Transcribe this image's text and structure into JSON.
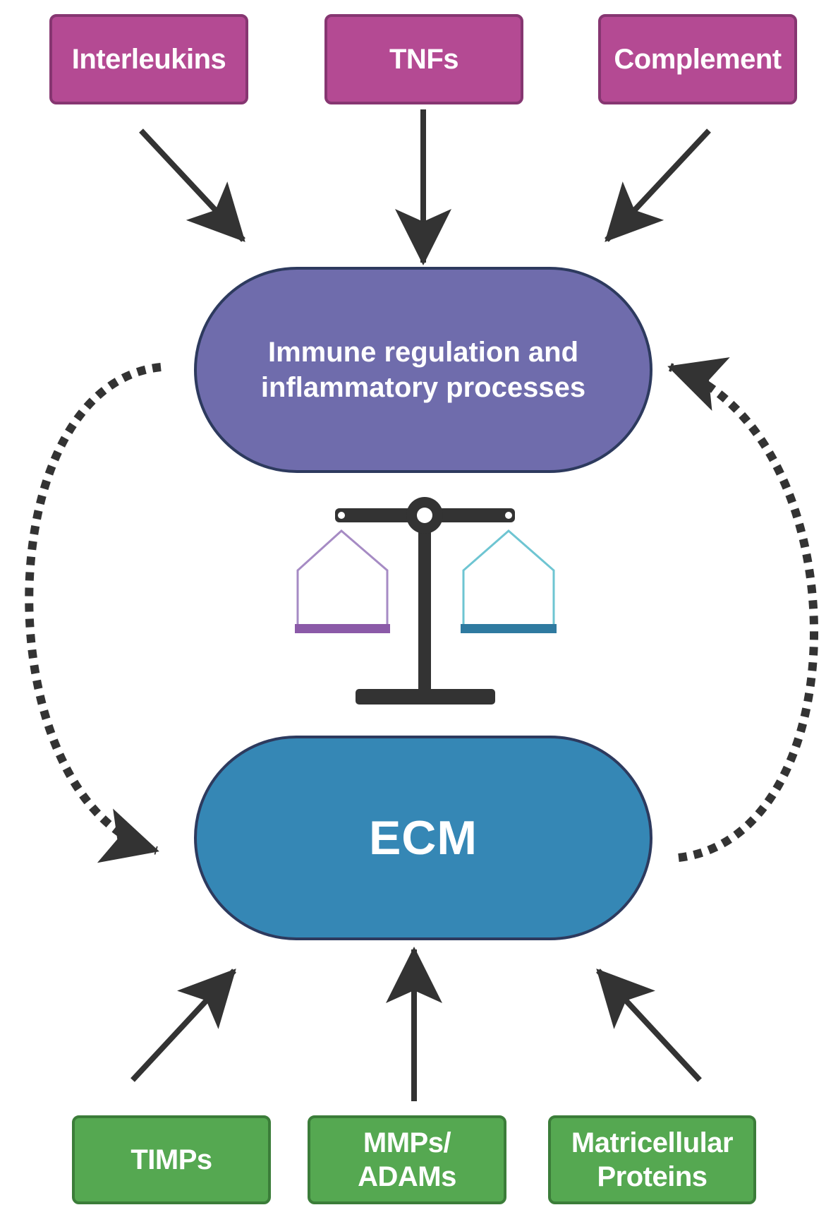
{
  "diagram": {
    "top_boxes": [
      "Interleukins",
      "TNFs",
      "Complement"
    ],
    "center_top": {
      "lines": [
        "Immune regulation",
        "and",
        "inflammatory processes"
      ]
    },
    "center_bottom": {
      "label": "ECM"
    },
    "bottom_boxes": [
      {
        "lines": [
          "TIMPs"
        ]
      },
      {
        "lines": [
          "MMPs/",
          "ADAMs"
        ]
      },
      {
        "lines": [
          "Matricellular",
          "Proteins"
        ]
      }
    ],
    "balance_icon": "balance-scale-icon",
    "colors": {
      "top_box_fill": "#b44a93",
      "bottom_box_fill": "#55a851",
      "immune_pill_fill": "#6f6cac",
      "ecm_pill_fill": "#3587b5",
      "arrow": "#333333",
      "scale_left_pan": "#8b5aa8",
      "scale_right_pan": "#2f7aa0"
    }
  }
}
